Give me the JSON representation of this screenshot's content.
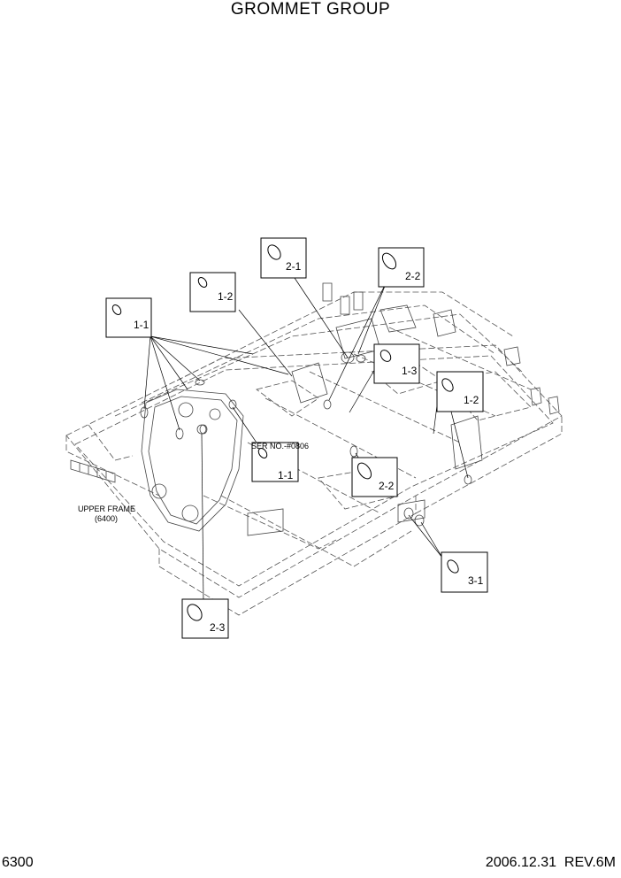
{
  "title": "GROMMET GROUP",
  "callouts": [
    {
      "label": "2-1"
    },
    {
      "label": "2-2"
    },
    {
      "label": "1-2"
    },
    {
      "label": "1-1"
    },
    {
      "label": "1-3"
    },
    {
      "label": "1-2"
    },
    {
      "label": "1-1"
    },
    {
      "label": "2-2"
    },
    {
      "label": "3-1"
    },
    {
      "label": "2-3"
    }
  ],
  "serial_note": "SER NO.-#0806",
  "frame_label": {
    "line1": "UPPER FRAME",
    "line2": "(6400)"
  },
  "footer": {
    "page": "6300",
    "revision": "2006.12.31  REV.6M"
  }
}
